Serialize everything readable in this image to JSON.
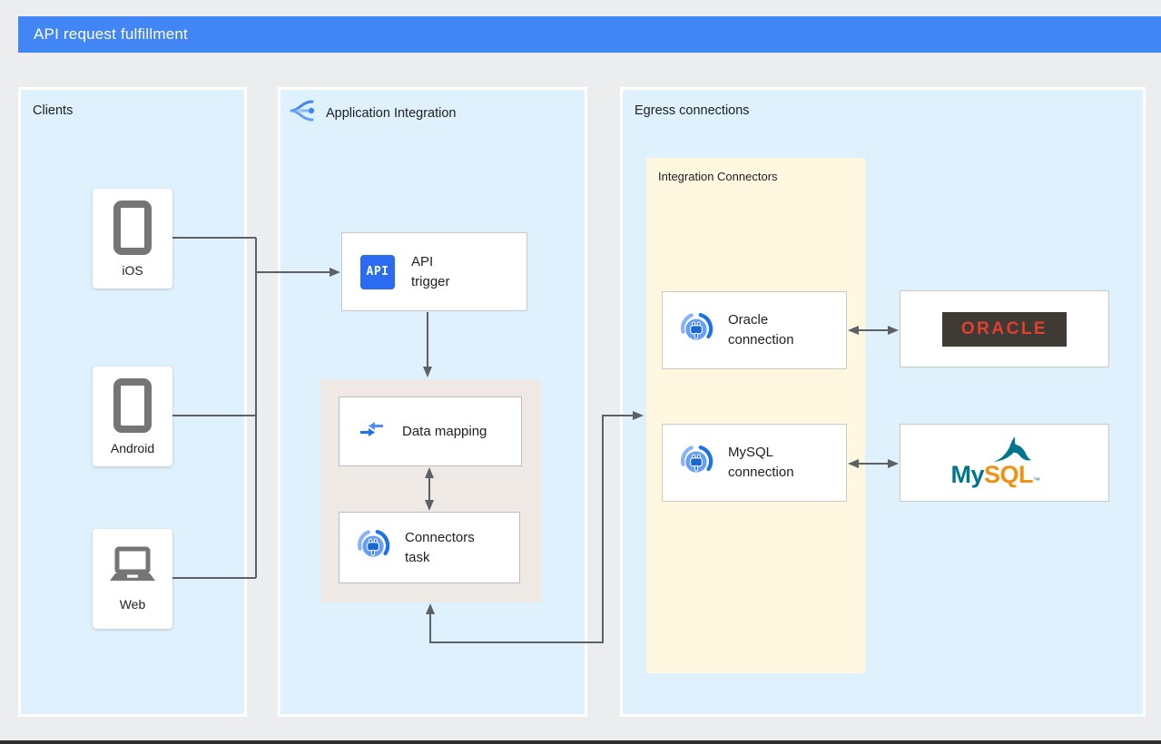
{
  "header": {
    "title": "API request fulfillment"
  },
  "panels": {
    "clients": {
      "title": "Clients",
      "items": [
        {
          "label": "iOS",
          "icon": "smartphone-icon"
        },
        {
          "label": "Android",
          "icon": "smartphone-icon"
        },
        {
          "label": "Web",
          "icon": "laptop-icon"
        }
      ]
    },
    "integration": {
      "title": "Application Integration",
      "icon": "application-integration-icon",
      "api_trigger": {
        "label": "API\ntrigger",
        "badge_text": "API"
      },
      "data_mapping": {
        "label": "Data mapping",
        "icon": "data-mapping-icon"
      },
      "connectors_task": {
        "label": "Connectors\ntask",
        "icon": "connectors-icon"
      }
    },
    "egress": {
      "title": "Egress connections",
      "integration_connectors": {
        "title": "Integration Connectors",
        "connections": [
          {
            "label": "Oracle\nconnection",
            "icon": "connectors-icon"
          },
          {
            "label": "MySQL\nconnection",
            "icon": "connectors-icon"
          }
        ]
      },
      "databases": [
        {
          "name": "Oracle",
          "wordmark": "ORACLE"
        },
        {
          "name": "MySQL",
          "wordmark_prefix": "My",
          "wordmark_suffix": "SQL",
          "tm": "™"
        }
      ]
    }
  },
  "colors": {
    "header_blue": "#4285f4",
    "panel_blue": "#def1fc",
    "group_beige": "#efe9e5",
    "group_yellow": "#fff7e0",
    "arrow_gray": "#5b6165",
    "oracle_red": "#e2402e",
    "oracle_bg": "#403a35",
    "mysql_teal": "#00758f",
    "mysql_orange": "#f29111",
    "api_badge_blue": "#2a6bf2"
  }
}
